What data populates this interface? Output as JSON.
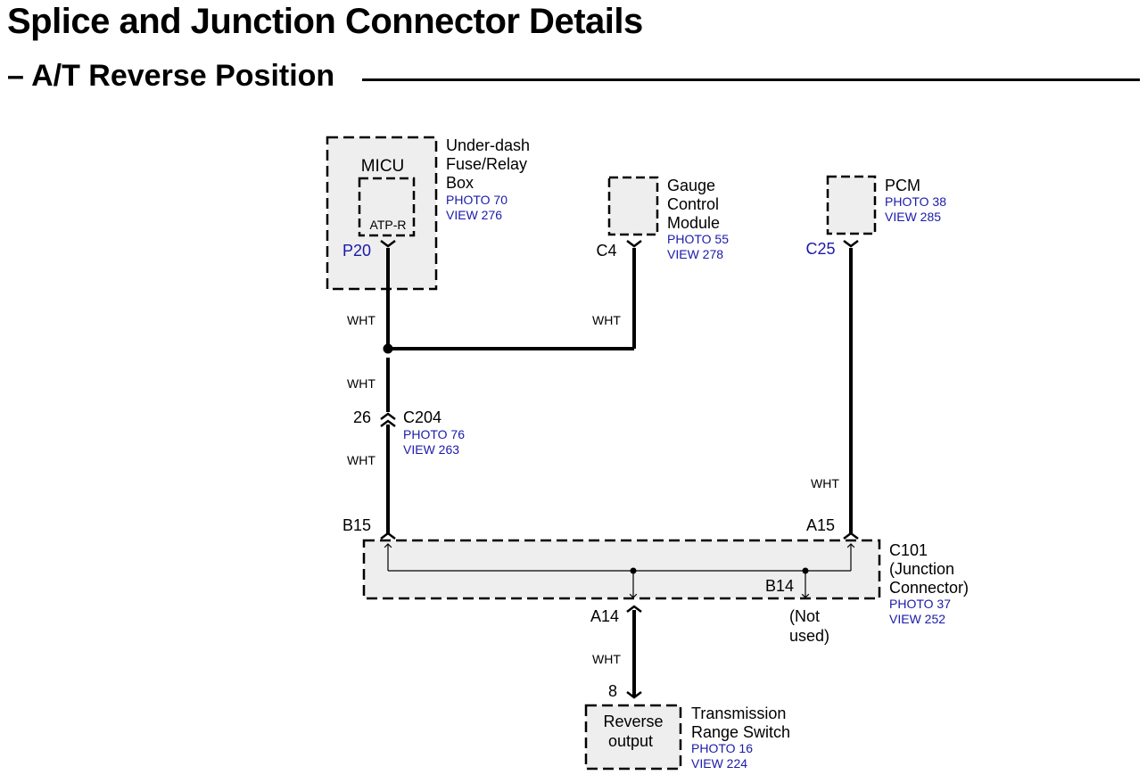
{
  "header": {
    "title": "Splice and Junction Connector Details",
    "subtitle": "– A/T Reverse Position"
  },
  "colors": {
    "wire": "#000000",
    "component_fill": "#eeeeee",
    "photo_link": "#1a1aaa",
    "text": "#000000"
  },
  "components": {
    "micu": {
      "label": "MICU",
      "inner": "ATP-R",
      "name_lines": [
        "Under-dash",
        "Fuse/Relay",
        "Box"
      ],
      "photo": "PHOTO 70",
      "view": "VIEW 276",
      "connector": "P20"
    },
    "gauge": {
      "name_lines": [
        "Gauge",
        "Control",
        "Module"
      ],
      "photo": "PHOTO 55",
      "view": "VIEW 278",
      "connector": "C4"
    },
    "pcm": {
      "name_lines": [
        "PCM"
      ],
      "photo": "PHOTO 38",
      "view": "VIEW 285",
      "connector": "C25"
    },
    "c204": {
      "pin": "26",
      "name": "C204",
      "photo": "PHOTO 76",
      "view": "VIEW 263"
    },
    "c101": {
      "name_lines": [
        "C101",
        "(Junction",
        "Connector)"
      ],
      "photo": "PHOTO 37",
      "view": "VIEW 252",
      "pins": {
        "b15": "B15",
        "a15": "A15",
        "a14": "A14",
        "b14": "B14"
      },
      "not_used": [
        "(Not",
        "used)"
      ]
    },
    "trs": {
      "inner_lines": [
        "Reverse",
        "output"
      ],
      "name_lines": [
        "Transmission",
        "Range Switch"
      ],
      "photo": "PHOTO 16",
      "view": "VIEW 224",
      "pin": "8"
    }
  },
  "wires": {
    "w1": "WHT",
    "w2": "WHT",
    "w3": "WHT",
    "w4": "WHT",
    "w5": "WHT",
    "w6": "WHT"
  }
}
